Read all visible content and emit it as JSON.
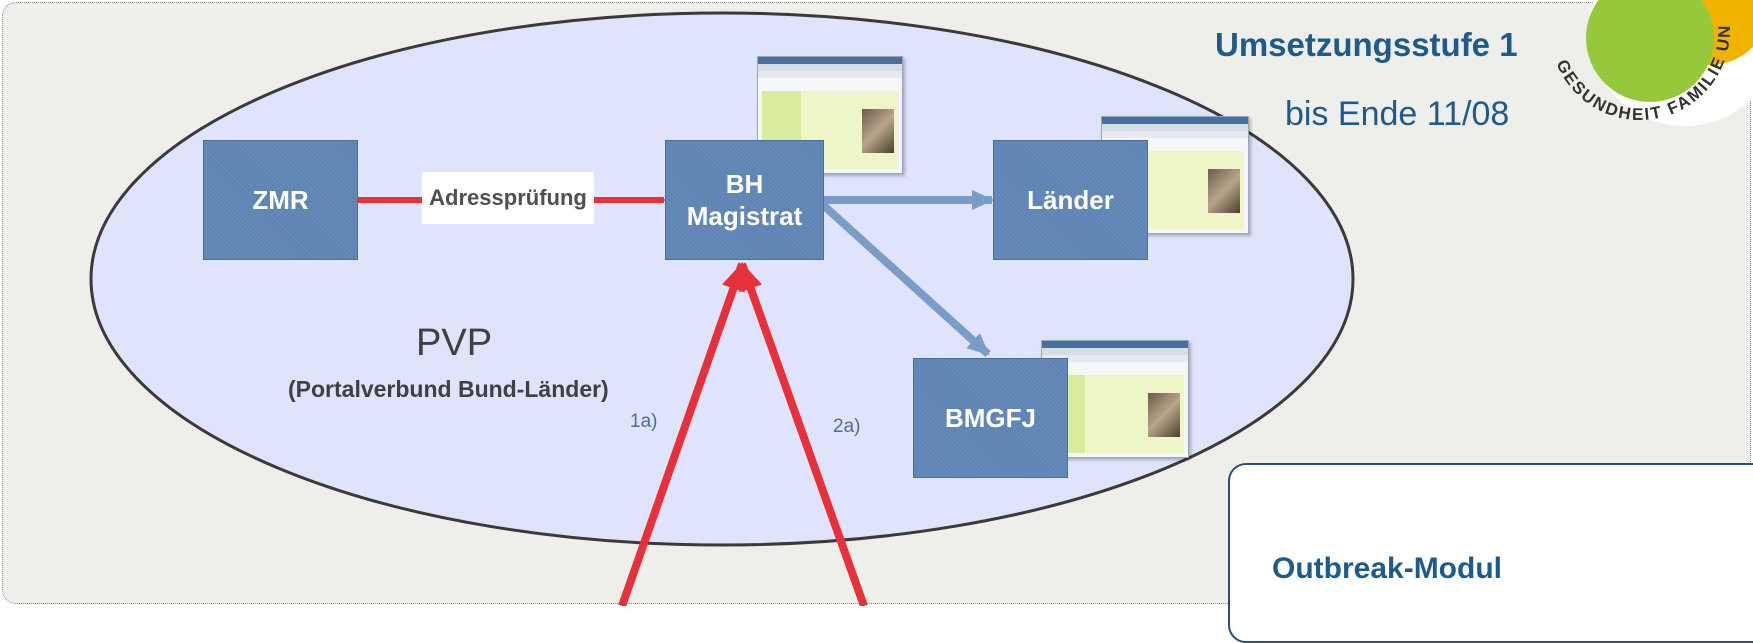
{
  "title": {
    "main": "Umsetzungsstufe 1",
    "sub": "bis Ende 11/08"
  },
  "seal": {
    "text": "GESUNDHEIT FAMILIE UND JUGEND"
  },
  "pvp": {
    "title": "PVP",
    "subtitle": "(Portalverbund Bund-Länder)"
  },
  "nodes": {
    "zmr": "ZMR",
    "bh": "BH\nMagistrat",
    "laender": "Länder",
    "bmgfj": "BMGFJ"
  },
  "edge_labels": {
    "adresspruefung": "Adressprüfung",
    "step_1a": "1a)",
    "step_2a": "2a)"
  },
  "outbreak": {
    "label": "Outbreak-Modul"
  },
  "colors": {
    "box_fill": "#5d84b4",
    "ellipse_fill": "#dfe3fb",
    "red_arrow": "#e8303a",
    "blue_arrow": "#7a9cc8",
    "title_text": "#1f5a8c"
  }
}
